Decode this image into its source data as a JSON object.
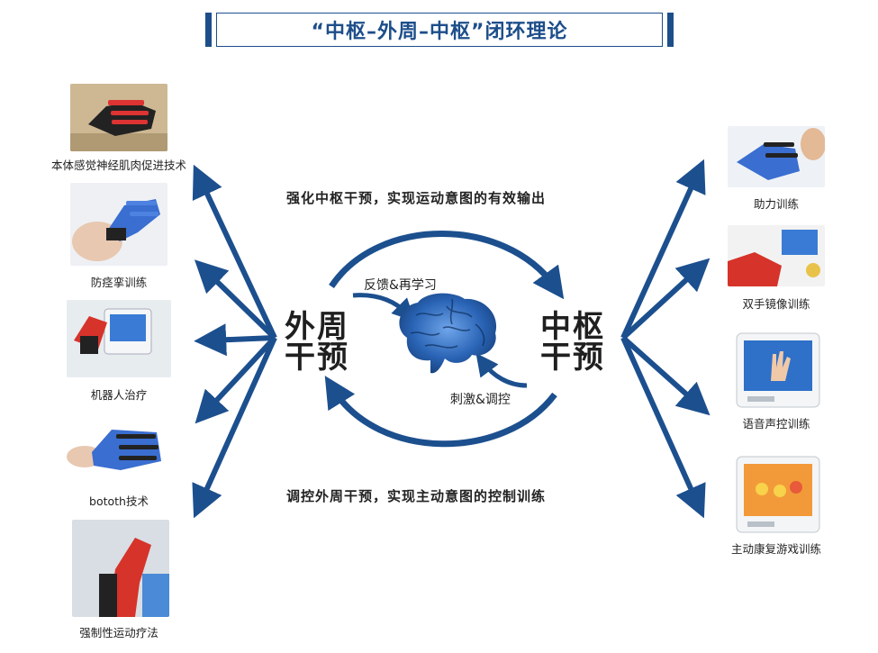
{
  "title": "“中枢–外周–中枢”闭环理论",
  "center": {
    "left_label_line1": "外周",
    "left_label_line2": "干预",
    "right_label_line1": "中枢",
    "right_label_line2": "干预",
    "top_caption": "强化中枢干预，实现运动意图的有效输出",
    "bottom_caption": "调控外周干预，实现主动意图的控制训练",
    "feedback_label": "反馈&再学习",
    "stimulus_label": "刺激&调控"
  },
  "left_items": [
    {
      "label": "本体感觉神经肌肉促进技术",
      "icon": "robotic-glove-photo"
    },
    {
      "label": "防痉挛训练",
      "icon": "blue-glove-photo"
    },
    {
      "label": "机器人治疗",
      "icon": "robot-device-photo"
    },
    {
      "label": "bototh技术",
      "icon": "blue-glove-photo"
    },
    {
      "label": "强制性运动疗法",
      "icon": "red-glove-photo"
    }
  ],
  "right_items": [
    {
      "label": "助力训练",
      "icon": "glove-training-photo"
    },
    {
      "label": "双手镜像训练",
      "icon": "mirror-training-photo"
    },
    {
      "label": "语音声控训练",
      "icon": "monitor-device-photo"
    },
    {
      "label": "主动康复游戏训练",
      "icon": "game-monitor-photo"
    }
  ],
  "colors": {
    "arrow": "#1c4f8e",
    "title": "#1d4e8a",
    "brain": "#2a64b5"
  }
}
